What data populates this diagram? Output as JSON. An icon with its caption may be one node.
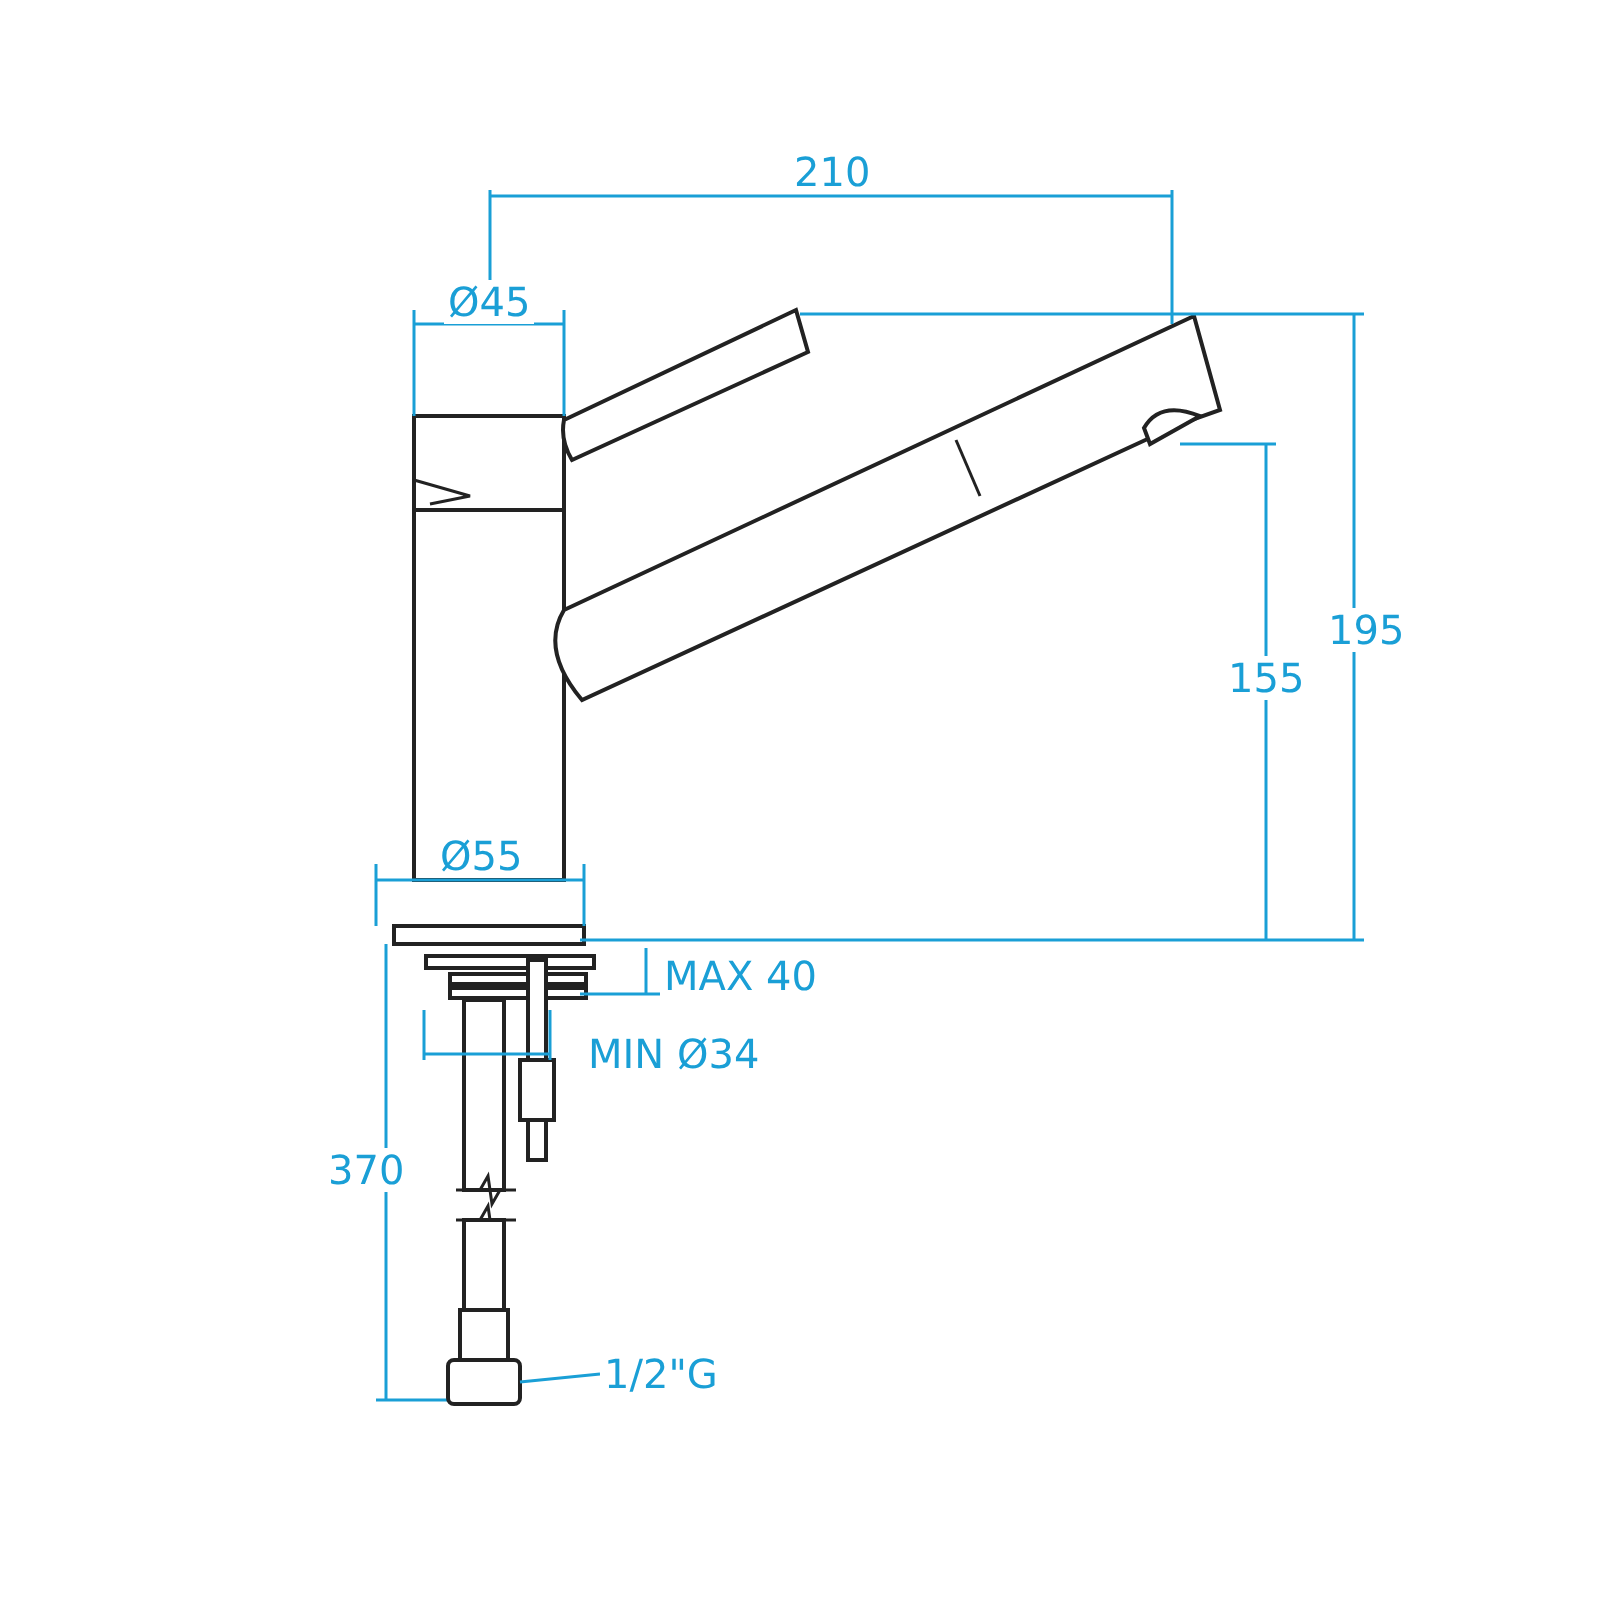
{
  "diagram": {
    "nodes": [
      {
        "text": [
          "1/2\"G"
        ]
      },
      {
        "text": [],
        "shape": "box"
      }
    ],
    "edges": [
      {
        "from": 0,
        "to": 1,
        "arrow": "none"
      }
    ],
    "labels": [
      "210",
      "Ø45",
      "195",
      "155",
      "Ø55",
      "MAX 40",
      "MIN Ø34",
      "370"
    ]
  }
}
